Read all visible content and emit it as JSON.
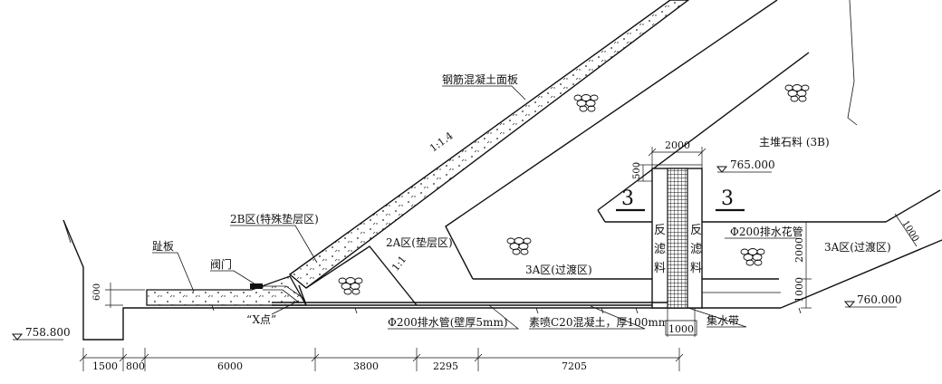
{
  "labels": {
    "rc_face_slab": "钢筋混凝土面板",
    "slope_face": "1:1.4",
    "slope_2a": "1:1",
    "main_rockfill": "主堆石料 (3B)",
    "zone_2b": "2B区(特殊垫层区)",
    "zone_2a": "2A区(垫层区)",
    "zone_3a_left": "3A区(过渡区)",
    "zone_3a_right": "3A区(过渡区)",
    "toe_slab": "趾板",
    "valve": "阀门",
    "x_point": "“X点”",
    "drain_pipe": "Φ200排水管(壁厚5mm)",
    "shotcrete": "素喷C20混凝土，厚100mm",
    "perforated_pipe": "Φ200排水花管",
    "collector": "集水带",
    "filter_left": [
      "反",
      "滤",
      "料"
    ],
    "filter_right": [
      "反",
      "滤",
      "料"
    ],
    "section_left": "3",
    "section_right": "3"
  },
  "elevations": {
    "el_765": "765.000",
    "el_760": "760.000",
    "el_758": "758.800"
  },
  "dimensions": {
    "d_2000_top": "2000",
    "d_500": "500",
    "d_600": "600",
    "d_1000_bottom": "1000",
    "d_2000_right": "2000",
    "d_1000_right": "1000",
    "d_1000_diag": "1000",
    "bottom_chain": [
      "1500",
      "800",
      "6000",
      "3800",
      "2295",
      "7205"
    ]
  }
}
